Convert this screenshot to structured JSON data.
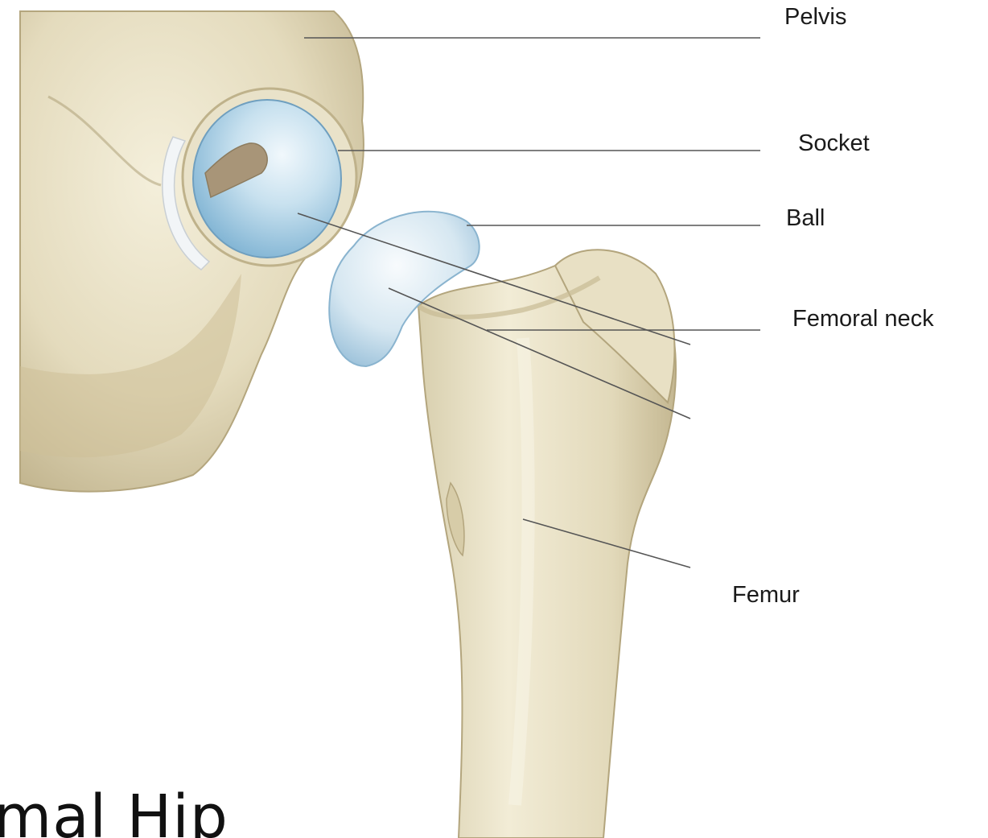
{
  "labels": {
    "pelvis": "Pelvis",
    "socket": "Socket",
    "ball": "Ball",
    "femoral_neck": "Femoral neck",
    "femur": "Femur"
  },
  "caption": "rmal Hip",
  "colors": {
    "bone": "#e7dfc3",
    "bone_shadow": "#b8a983",
    "cartilage": "#bcd9ea",
    "leader_line": "#555555",
    "background": "#ffffff"
  }
}
